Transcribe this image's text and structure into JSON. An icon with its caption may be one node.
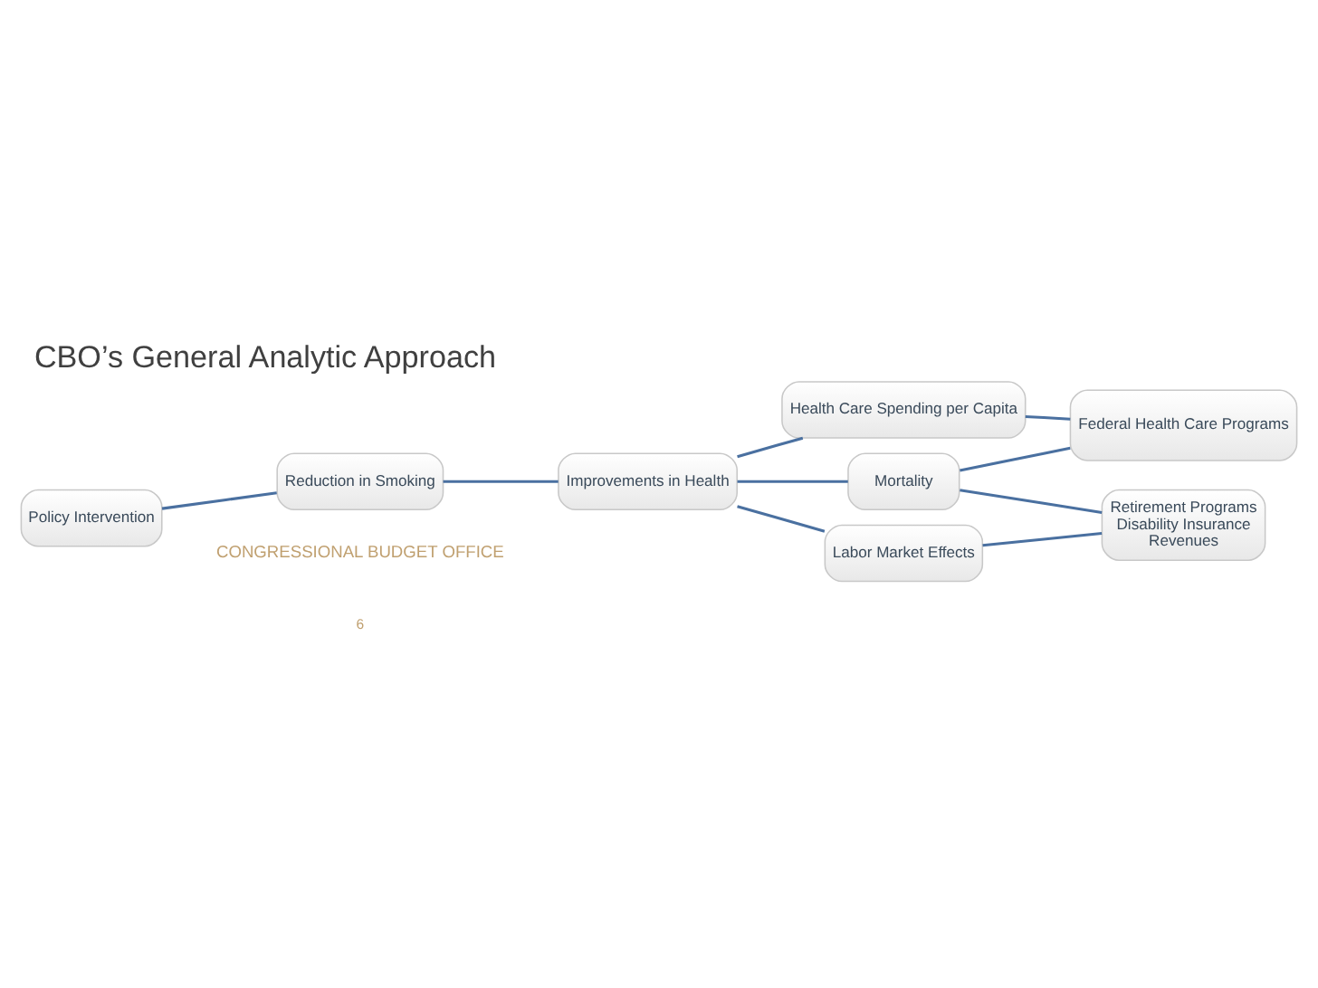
{
  "diagram": {
    "title": "CBO’s General Analytic Approach",
    "nodes": [
      {
        "text": [
          "Policy Intervention"
        ]
      },
      {
        "text": [
          "Reduction in Smoking"
        ]
      },
      {
        "text": [
          "Improvements in Health"
        ]
      },
      {
        "text": [
          "Health Care Spending per Capita"
        ]
      },
      {
        "text": [
          "Mortality"
        ]
      },
      {
        "text": [
          "Labor Market Effects"
        ]
      },
      {
        "text": [
          "Federal Health Care Programs"
        ]
      },
      {
        "text": [
          "Retirement Programs",
          "Disability Insurance",
          "Revenues"
        ]
      }
    ],
    "edges": [
      {
        "from": 0,
        "to": 1,
        "arrow": "none"
      },
      {
        "from": 1,
        "to": 2,
        "arrow": "none"
      },
      {
        "from": 2,
        "to": 3,
        "arrow": "none"
      },
      {
        "from": 2,
        "to": 4,
        "arrow": "none"
      },
      {
        "from": 2,
        "to": 5,
        "arrow": "none"
      },
      {
        "from": 3,
        "to": 6,
        "arrow": "none"
      },
      {
        "from": 4,
        "to": 6,
        "arrow": "none"
      },
      {
        "from": 4,
        "to": 7,
        "arrow": "none"
      },
      {
        "from": 5,
        "to": 7,
        "arrow": "none"
      }
    ],
    "labels": [
      "CONGRESSIONAL BUDGET OFFICE",
      "6"
    ]
  }
}
